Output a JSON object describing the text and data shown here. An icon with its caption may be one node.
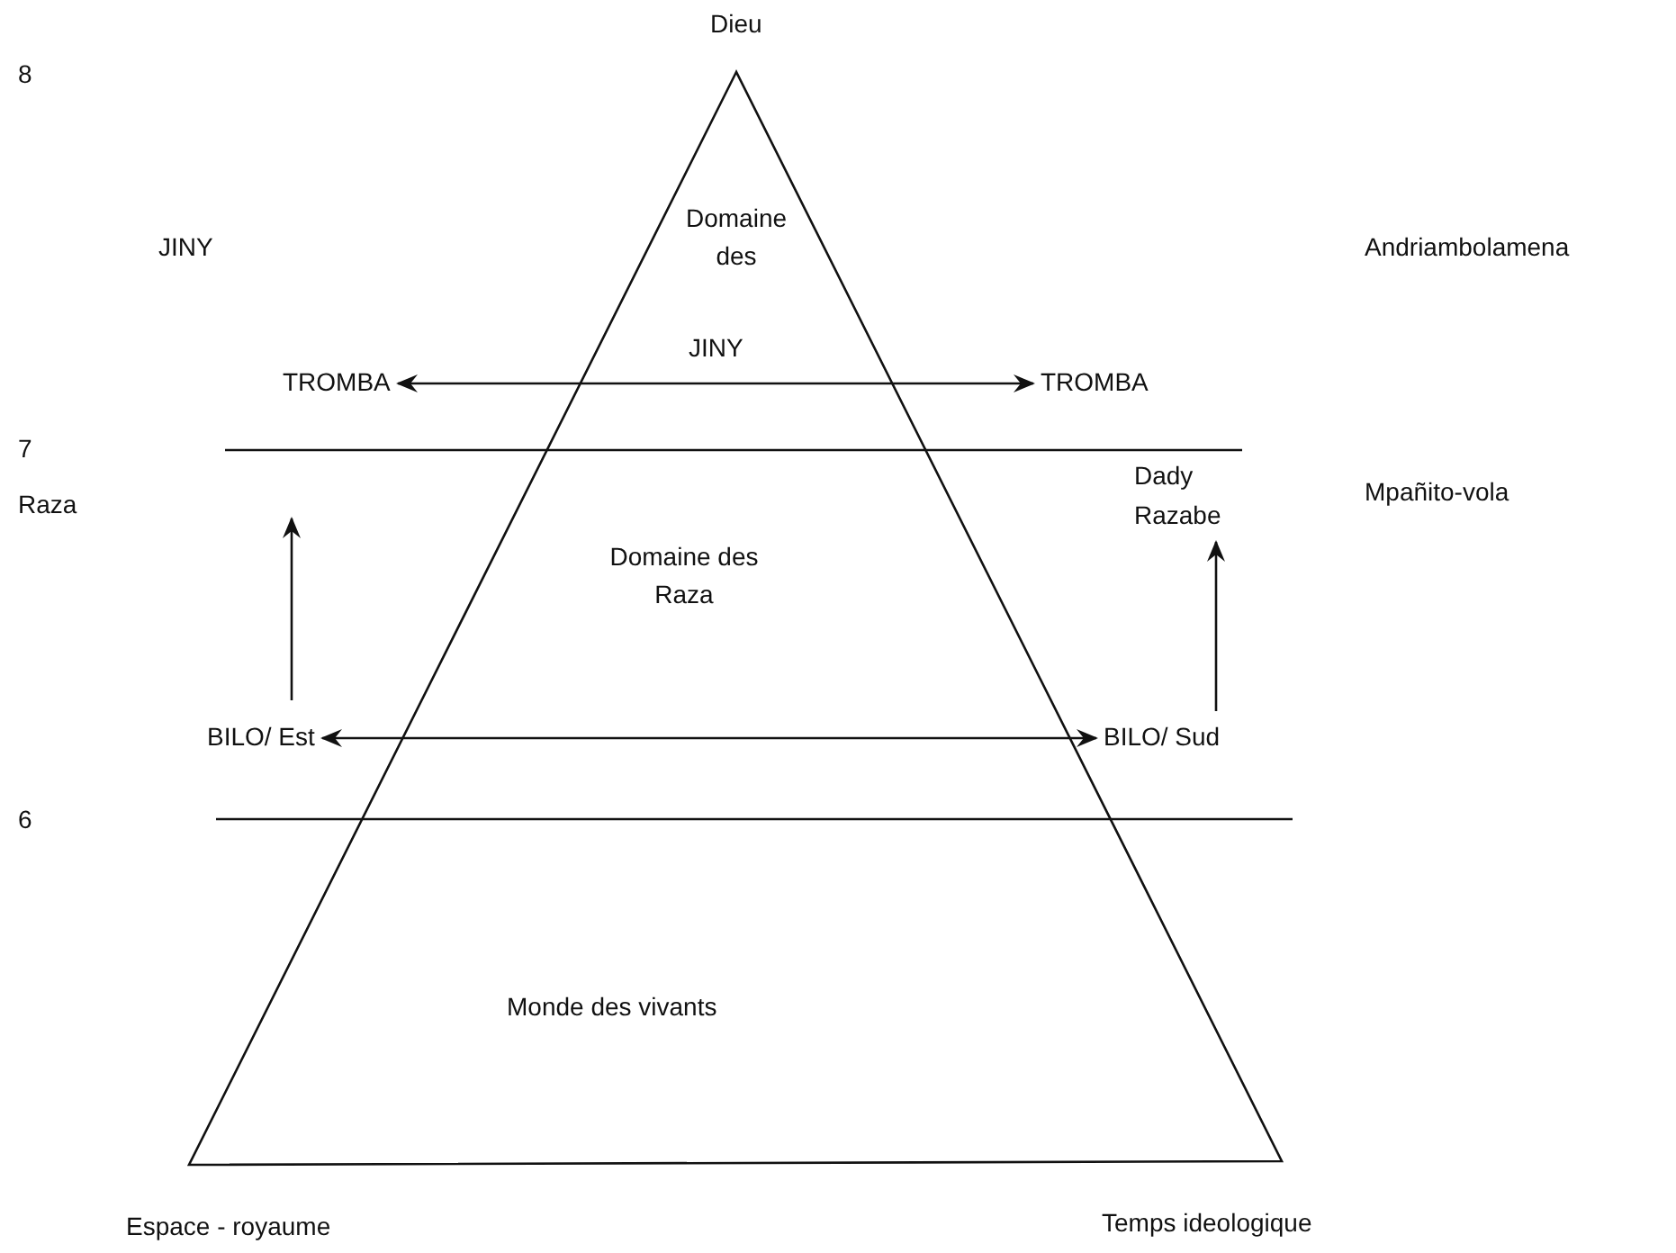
{
  "diagram": {
    "nodes": [
      {
        "text": [
          "TROMBA"
        ]
      },
      {
        "text": [
          "TROMBA"
        ]
      },
      {
        "text": [
          "BILO/ Est"
        ]
      },
      {
        "text": [
          "BILO/ Sud"
        ]
      },
      {
        "text": [
          "Dady Razabe"
        ]
      }
    ],
    "edges": [
      {
        "from": 0,
        "to": 1,
        "arrow": "both",
        "label": "JINY"
      },
      {
        "from": 2,
        "to": 3,
        "arrow": "both"
      },
      {
        "from": 2,
        "to": null,
        "arrow": "to"
      },
      {
        "from": 3,
        "to": 4,
        "arrow": "to"
      }
    ],
    "labels": [
      "Dieu",
      "8",
      "JINY",
      "Domaine des",
      "Andriambolamena",
      "7",
      "Raza",
      "Mpañito-vola",
      "Domaine des Raza",
      "6",
      "Monde des vivants",
      "Espace - royaume",
      "Temps ideologique"
    ]
  }
}
